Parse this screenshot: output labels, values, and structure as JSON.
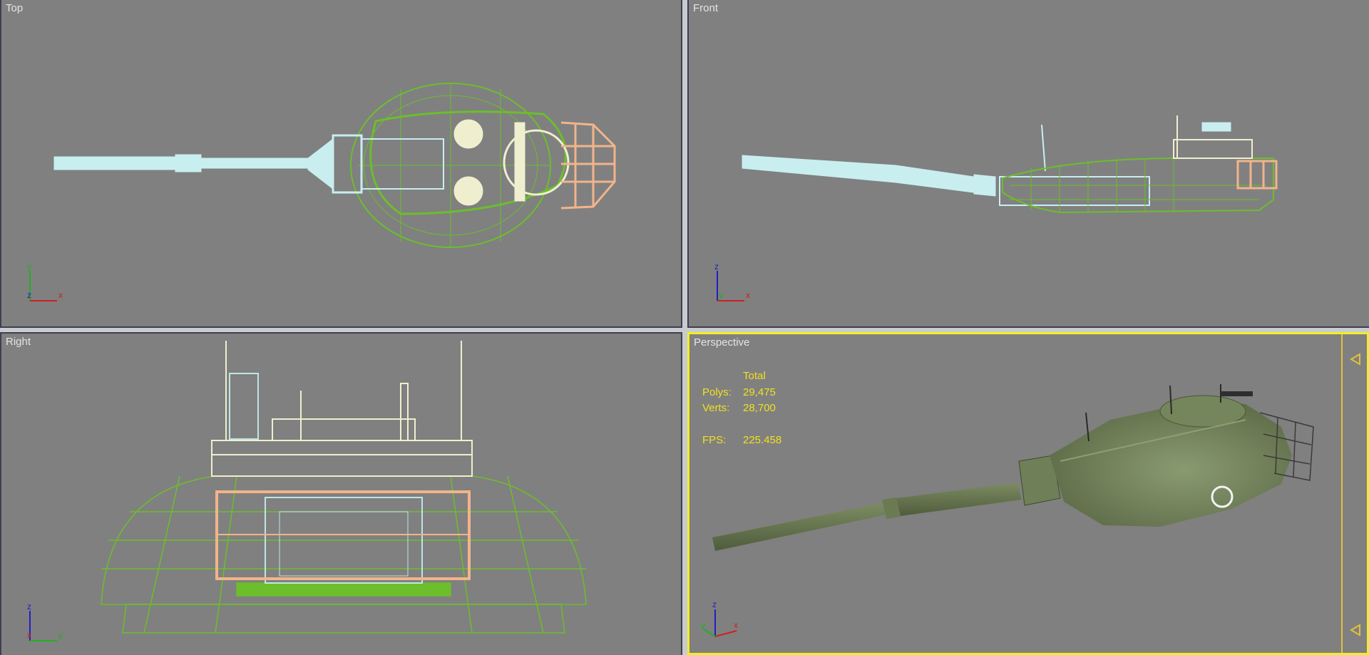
{
  "app": "3D modeling viewport layout (4-up)",
  "viewports": {
    "top": {
      "label": "Top",
      "axes": {
        "horizontal": "x",
        "vertical": "y",
        "depth": "z"
      }
    },
    "front": {
      "label": "Front",
      "axes": {
        "horizontal": "x",
        "vertical": "z",
        "depth": "y"
      }
    },
    "right": {
      "label": "Right",
      "axes": {
        "horizontal": "y",
        "vertical": "z",
        "depth": "x"
      }
    },
    "perspective": {
      "label": "Perspective",
      "active": true,
      "axes": {
        "x": "x",
        "y": "y",
        "z": "z"
      },
      "stats": {
        "header": "Total",
        "polys_label": "Polys:",
        "polys_value": "29,475",
        "verts_label": "Verts:",
        "verts_value": "28,700",
        "fps_label": "FPS:",
        "fps_value": "225.458"
      }
    }
  },
  "colors": {
    "viewport_bg": "#808080",
    "active_border": "#f2ee22",
    "stats_text": "#f0e020",
    "wire_green": "#6cbe2c",
    "wire_cyan": "#c8eef0",
    "wire_cream": "#efefcf",
    "wire_orange": "#f2b48a",
    "shaded_olive": "#6f7f58",
    "axis_x": "#d02020",
    "axis_y": "#20b020",
    "axis_z": "#2020c0"
  }
}
